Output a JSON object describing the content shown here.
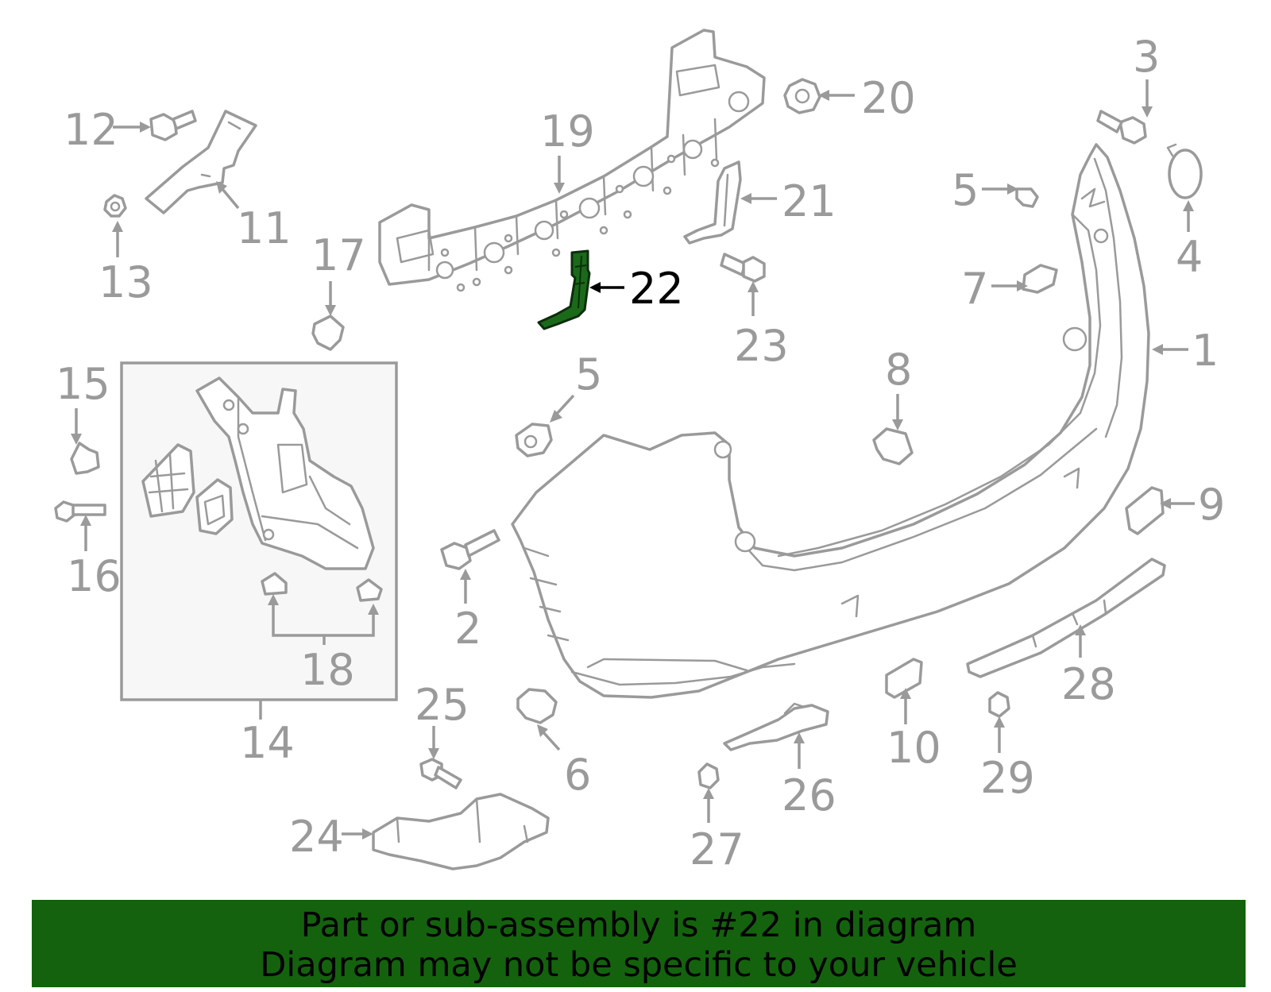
{
  "diagram": {
    "highlighted_part": "22",
    "callouts": {
      "c1": "1",
      "c2": "2",
      "c3": "3",
      "c4": "4",
      "c5a": "5",
      "c5b": "5",
      "c6": "6",
      "c7": "7",
      "c8": "8",
      "c9": "9",
      "c10": "10",
      "c11": "11",
      "c12": "12",
      "c13": "13",
      "c14": "14",
      "c15": "15",
      "c16": "16",
      "c17": "17",
      "c18": "18",
      "c19": "19",
      "c20": "20",
      "c21": "21",
      "c22": "22",
      "c23": "23",
      "c24": "24",
      "c25": "25",
      "c26": "26",
      "c27": "27",
      "c28": "28",
      "c29": "29"
    },
    "colors": {
      "line": "#9a9a9a",
      "highlight": "#1a6a1a",
      "banner": "#14620e"
    }
  },
  "banner": {
    "line1": "Part or sub-assembly is #22 in diagram",
    "line2": "Diagram may not be specific to your vehicle"
  }
}
